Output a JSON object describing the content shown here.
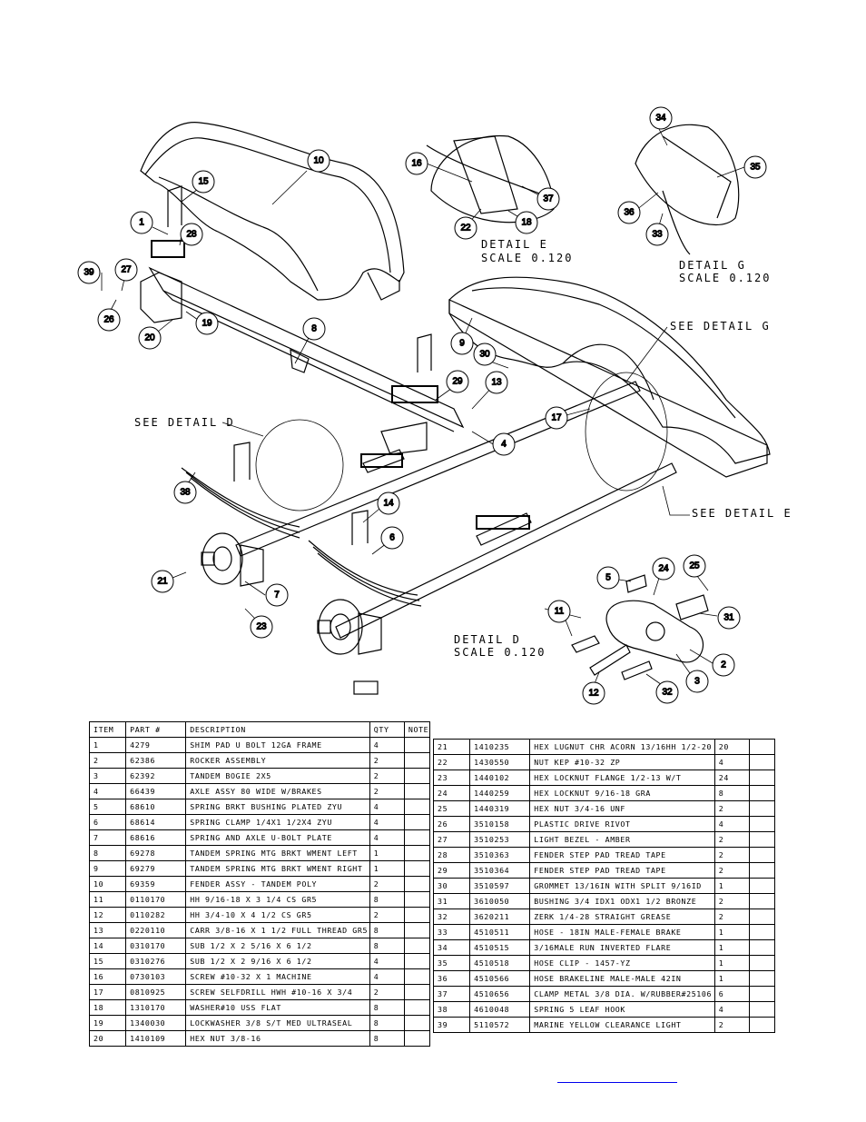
{
  "detail_labels": {
    "detail_e_title": "DETAIL  E",
    "detail_e_scale": "SCALE  0.120",
    "detail_g_title": "DETAIL  G",
    "detail_g_scale": "SCALE  0.120",
    "detail_d_title": "DETAIL  D",
    "detail_d_scale": "SCALE  0.120",
    "see_detail_g": "SEE DETAIL  G",
    "see_detail_d": "SEE DETAIL  D",
    "see_detail_e": "SEE DETAIL  E"
  },
  "bubbles": [
    "1",
    "2",
    "3",
    "4",
    "5",
    "6",
    "7",
    "8",
    "9",
    "10",
    "11",
    "12",
    "13",
    "14",
    "15",
    "16",
    "17",
    "18",
    "19",
    "20",
    "21",
    "22",
    "23",
    "24",
    "25",
    "26",
    "27",
    "28",
    "29",
    "30",
    "31",
    "32",
    "33",
    "34",
    "35",
    "36",
    "37",
    "38",
    "39"
  ],
  "bom": {
    "headers": {
      "item": "ITEM",
      "part": "PART #",
      "description": "DESCRIPTION",
      "qty": "QTY",
      "note": "NOTE"
    },
    "rows_left": [
      {
        "item": "1",
        "part": "4279",
        "desc": "SHIM PAD   U BOLT 12GA FRAME",
        "qty": "4",
        "note": ""
      },
      {
        "item": "2",
        "part": "62386",
        "desc": "ROCKER ASSEMBLY",
        "qty": "2",
        "note": ""
      },
      {
        "item": "3",
        "part": "62392",
        "desc": "TANDEM BOGIE   2X5",
        "qty": "2",
        "note": ""
      },
      {
        "item": "4",
        "part": "66439",
        "desc": "AXLE ASSY 80 WIDE W/BRAKES",
        "qty": "2",
        "note": ""
      },
      {
        "item": "5",
        "part": "68610",
        "desc": "SPRING BRKT BUSHING PLATED ZYU",
        "qty": "4",
        "note": ""
      },
      {
        "item": "6",
        "part": "68614",
        "desc": "SPRING CLAMP   1/4X1 1/2X4  ZYU",
        "qty": "4",
        "note": ""
      },
      {
        "item": "7",
        "part": "68616",
        "desc": "SPRING AND AXLE U-BOLT PLATE",
        "qty": "4",
        "note": ""
      },
      {
        "item": "8",
        "part": "69278",
        "desc": "TANDEM SPRING MTG BRKT WMENT LEFT",
        "qty": "1",
        "note": ""
      },
      {
        "item": "9",
        "part": "69279",
        "desc": "TANDEM SPRING MTG BRKT WMENT RIGHT",
        "qty": "1",
        "note": ""
      },
      {
        "item": "10",
        "part": "69359",
        "desc": "FENDER ASSY - TANDEM POLY",
        "qty": "2",
        "note": ""
      },
      {
        "item": "11",
        "part": "0110170",
        "desc": "HH 9/16-18 X 3 1/4 CS GR5",
        "qty": "8",
        "note": ""
      },
      {
        "item": "12",
        "part": "0110282",
        "desc": "HH 3/4-10 X 4 1/2 CS GR5",
        "qty": "2",
        "note": ""
      },
      {
        "item": "13",
        "part": "0220110",
        "desc": "CARR 3/8-16 X 1 1/2 FULL THREAD GR5",
        "qty": "8",
        "note": ""
      },
      {
        "item": "14",
        "part": "0310170",
        "desc": "SUB 1/2 X 2 5/16 X 6 1/2",
        "qty": "8",
        "note": ""
      },
      {
        "item": "15",
        "part": "0310276",
        "desc": "SUB 1/2 X 2 9/16 X 6 1/2",
        "qty": "4",
        "note": ""
      },
      {
        "item": "16",
        "part": "0730103",
        "desc": "SCREW #10-32 X 1 MACHINE",
        "qty": "4",
        "note": ""
      },
      {
        "item": "17",
        "part": "0810925",
        "desc": "SCREW SELFDRILL HWH #10-16 X 3/4",
        "qty": "2",
        "note": ""
      },
      {
        "item": "18",
        "part": "1310170",
        "desc": "WASHER#10 USS FLAT",
        "qty": "8",
        "note": ""
      },
      {
        "item": "19",
        "part": "1340030",
        "desc": "LOCKWASHER 3/8 S/T MED ULTRASEAL",
        "qty": "8",
        "note": ""
      },
      {
        "item": "20",
        "part": "1410109",
        "desc": "HEX NUT 3/8-16",
        "qty": "8",
        "note": ""
      }
    ],
    "rows_right": [
      {
        "item": "21",
        "part": "1410235",
        "desc": "HEX LUGNUT CHR ACORN 13/16HH 1/2-20",
        "qty": "20",
        "note": ""
      },
      {
        "item": "22",
        "part": "1430550",
        "desc": "NUT KEP #10-32 ZP",
        "qty": "4",
        "note": ""
      },
      {
        "item": "23",
        "part": "1440102",
        "desc": "HEX LOCKNUT FLANGE 1/2-13 W/T",
        "qty": "24",
        "note": ""
      },
      {
        "item": "24",
        "part": "1440259",
        "desc": "HEX LOCKNUT 9/16-18 GRA",
        "qty": "8",
        "note": ""
      },
      {
        "item": "25",
        "part": "1440319",
        "desc": "HEX NUT 3/4-16 UNF",
        "qty": "2",
        "note": ""
      },
      {
        "item": "26",
        "part": "3510158",
        "desc": "PLASTIC DRIVE RIVOT",
        "qty": "4",
        "note": ""
      },
      {
        "item": "27",
        "part": "3510253",
        "desc": "LIGHT BEZEL - AMBER",
        "qty": "2",
        "note": ""
      },
      {
        "item": "28",
        "part": "3510363",
        "desc": "FENDER STEP PAD TREAD TAPE",
        "qty": "2",
        "note": ""
      },
      {
        "item": "29",
        "part": "3510364",
        "desc": "FENDER STEP PAD TREAD TAPE",
        "qty": "2",
        "note": ""
      },
      {
        "item": "30",
        "part": "3510597",
        "desc": "GROMMET 13/16IN  WITH SPLIT 9/16ID",
        "qty": "1",
        "note": ""
      },
      {
        "item": "31",
        "part": "3610050",
        "desc": "BUSHING  3/4 IDX1 ODX1 1/2 BRONZE",
        "qty": "2",
        "note": ""
      },
      {
        "item": "32",
        "part": "3620211",
        "desc": "ZERK  1/4-28 STRAIGHT GREASE",
        "qty": "2",
        "note": ""
      },
      {
        "item": "33",
        "part": "4510511",
        "desc": "HOSE - 18IN MALE-FEMALE BRAKE",
        "qty": "1",
        "note": ""
      },
      {
        "item": "34",
        "part": "4510515",
        "desc": "3/16MALE RUN INVERTED FLARE",
        "qty": "1",
        "note": ""
      },
      {
        "item": "35",
        "part": "4510518",
        "desc": "HOSE CLIP - 1457-YZ",
        "qty": "1",
        "note": ""
      },
      {
        "item": "36",
        "part": "4510566",
        "desc": "HOSE BRAKELINE MALE-MALE 42IN",
        "qty": "1",
        "note": ""
      },
      {
        "item": "37",
        "part": "4510656",
        "desc": "CLAMP METAL 3/8 DIA. W/RUBBER#25106",
        "qty": "6",
        "note": ""
      },
      {
        "item": "38",
        "part": "4610048",
        "desc": "SPRING  5 LEAF HOOK",
        "qty": "4",
        "note": ""
      },
      {
        "item": "39",
        "part": "5110572",
        "desc": "MARINE YELLOW CLEARANCE LIGHT",
        "qty": "2",
        "note": ""
      }
    ]
  }
}
